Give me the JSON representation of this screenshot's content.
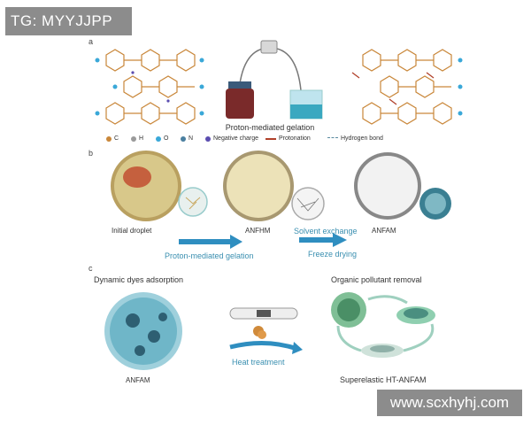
{
  "watermarks": {
    "top": "TG: MYYJJPP",
    "bottom": "www.scxhyhj.com"
  },
  "panel_a": {
    "letter": "a",
    "caption": "Proton-mediated gelation",
    "legend": [
      {
        "symbol": "C",
        "color": "#c9873a"
      },
      {
        "symbol": "H",
        "color": "#9a9a9a"
      },
      {
        "symbol": "O",
        "color": "#3aa8d8"
      },
      {
        "symbol": "N",
        "color": "#4a7fa0"
      },
      {
        "symbol": "Negative charge",
        "color": "#5b4db0"
      },
      {
        "symbol": "Protonation",
        "color": "#b0402a"
      },
      {
        "symbol": "Hydrogen bond",
        "color": "#5a8aa0"
      }
    ]
  },
  "panel_b": {
    "letter": "b",
    "label_droplet": "Initial droplet",
    "label_anfhm": "ANFHM",
    "label_anfam": "ANFAM",
    "arrow1_label": "Proton-mediated gelation",
    "arrow2_label_top": "Solvent exchange",
    "arrow2_label_bottom": "Freeze drying"
  },
  "panel_c": {
    "letter": "c",
    "title_left": "Dynamic dyes adsorption",
    "label_anfam": "ANFAM",
    "arrow_label": "Heat treatment",
    "title_right": "Organic pollutant removal",
    "label_right": "Superelastic HT-ANFAM"
  },
  "colors": {
    "accent": "#3a8fb0",
    "arrow": "#2f8ec0"
  }
}
